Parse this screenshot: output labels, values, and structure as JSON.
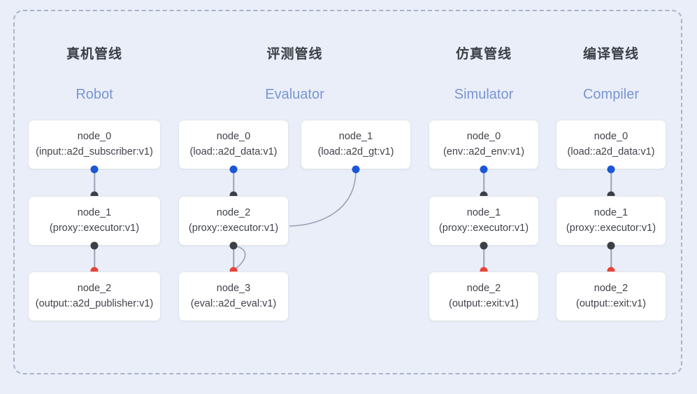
{
  "diagram": {
    "frame_style": "dashed",
    "background_color": "#e9eef9",
    "frame_color": "#aab4c8",
    "port_colors": {
      "input": "#1a56d6",
      "intermediate": "#3d3f44",
      "output": "#ea4335"
    },
    "columns": [
      {
        "id": "robot",
        "title_cn": "真机管线",
        "title_en": "Robot",
        "nodes": [
          {
            "name": "node_0",
            "signature": "(input::a2d_subscriber:v1)"
          },
          {
            "name": "node_1",
            "signature": "(proxy::executor:v1)"
          },
          {
            "name": "node_2",
            "signature": "(output::a2d_publisher:v1)"
          }
        ]
      },
      {
        "id": "evaluator",
        "title_cn": "评测管线",
        "title_en": "Evaluator",
        "nodes": [
          {
            "name": "node_0",
            "signature": "(load::a2d_data:v1)"
          },
          {
            "name": "node_2",
            "signature": "(proxy::executor:v1)"
          },
          {
            "name": "node_3",
            "signature": "(eval::a2d_eval:v1)"
          },
          {
            "name": "node_1",
            "signature": "(load::a2d_gt:v1)"
          }
        ]
      },
      {
        "id": "simulator",
        "title_cn": "仿真管线",
        "title_en": "Simulator",
        "nodes": [
          {
            "name": "node_0",
            "signature": "(env::a2d_env:v1)"
          },
          {
            "name": "node_1",
            "signature": "(proxy::executor:v1)"
          },
          {
            "name": "node_2",
            "signature": "(output::exit:v1)"
          }
        ]
      },
      {
        "id": "compiler",
        "title_cn": "编译管线",
        "title_en": "Compiler",
        "nodes": [
          {
            "name": "node_0",
            "signature": "(load::a2d_data:v1)"
          },
          {
            "name": "node_1",
            "signature": "(proxy::executor:v1)"
          },
          {
            "name": "node_2",
            "signature": "(output::exit:v1)"
          }
        ]
      }
    ]
  }
}
